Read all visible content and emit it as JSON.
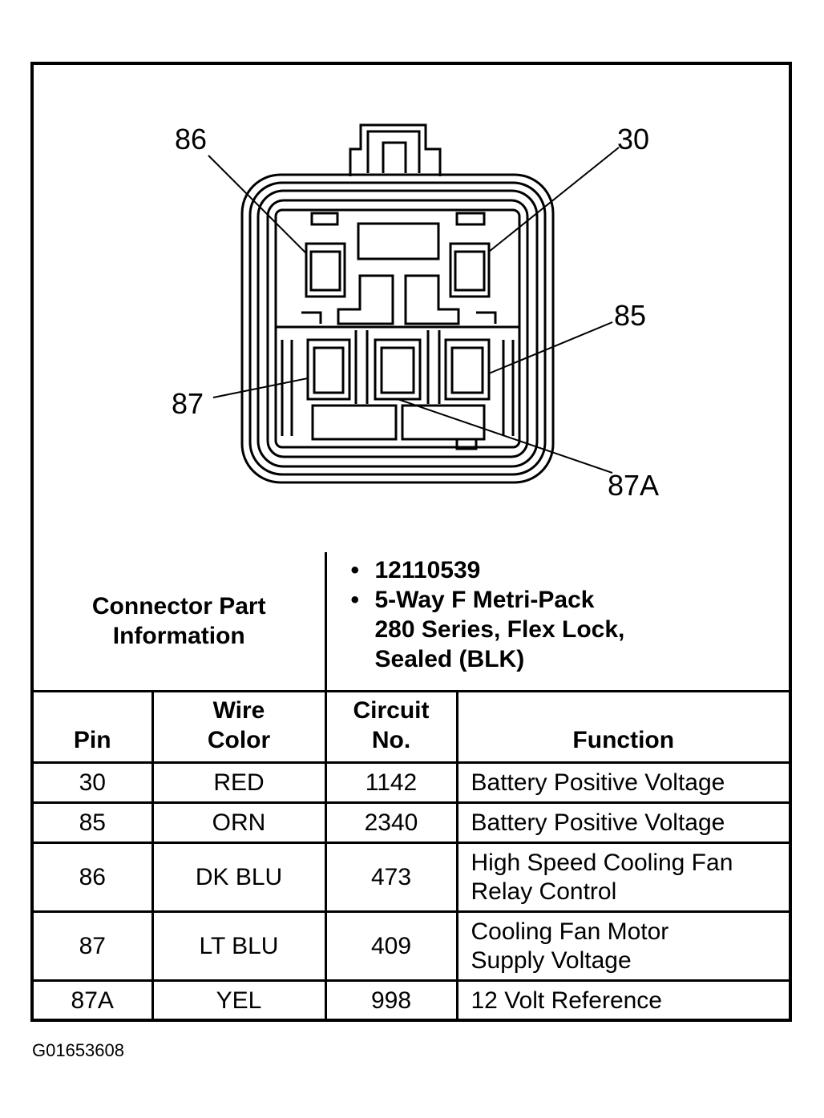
{
  "figure_id": "G01653608",
  "connector": {
    "pins": [
      {
        "label": "86"
      },
      {
        "label": "30"
      },
      {
        "label": "85"
      },
      {
        "label": "87"
      },
      {
        "label": "87A"
      }
    ]
  },
  "part_info": {
    "header": [
      "Connector Part",
      "Information"
    ],
    "items": [
      "12110539",
      "5-Way F Metri-Pack 280 Series, Flex Lock, Sealed (BLK)"
    ],
    "item2_lines": [
      "5-Way F Metri-Pack",
      "280 Series, Flex Lock,",
      "Sealed (BLK)"
    ]
  },
  "table": {
    "headers": {
      "pin": "Pin",
      "wire_color": [
        "Wire",
        "Color"
      ],
      "circuit": [
        "Circuit",
        "No."
      ],
      "function": "Function"
    },
    "rows": [
      {
        "pin": "30",
        "color": "RED",
        "circuit": "1142",
        "function": [
          "Battery Positive Voltage"
        ]
      },
      {
        "pin": "85",
        "color": "ORN",
        "circuit": "2340",
        "function": [
          "Battery Positive Voltage"
        ]
      },
      {
        "pin": "86",
        "color": "DK BLU",
        "circuit": "473",
        "function": [
          "High Speed Cooling Fan",
          "Relay Control"
        ]
      },
      {
        "pin": "87",
        "color": "LT BLU",
        "circuit": "409",
        "function": [
          "Cooling Fan Motor",
          "Supply Voltage"
        ]
      },
      {
        "pin": "87A",
        "color": "YEL",
        "circuit": "998",
        "function": [
          "12 Volt Reference"
        ]
      }
    ]
  }
}
